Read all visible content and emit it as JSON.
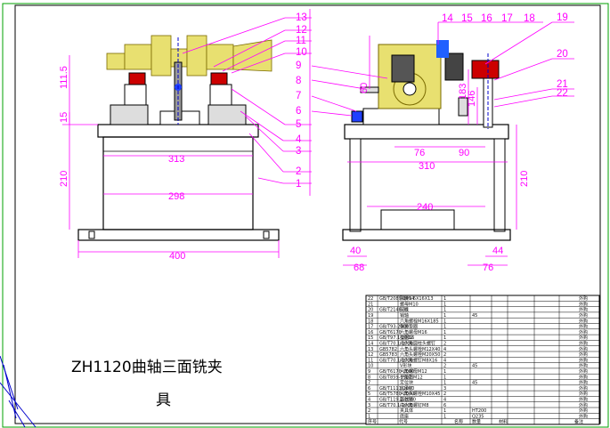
{
  "title": "ZH1120曲轴三面铣夹具",
  "colors": {
    "dimension": "#ff00ff",
    "outline": "#0000cc",
    "part_yellow": "#d8cc30",
    "part_red": "#cc0000",
    "frame": "#00a000"
  },
  "balloons": [
    "1",
    "2",
    "3",
    "4",
    "5",
    "6",
    "7",
    "8",
    "9",
    "10",
    "11",
    "12",
    "13",
    "14",
    "15",
    "16",
    "17",
    "18",
    "19",
    "20",
    "21",
    "22"
  ],
  "front_view_dims": {
    "h_111_5": "111.5",
    "h_15": "15",
    "h_210": "210",
    "w_313": "313",
    "w_298": "298",
    "w_400": "400"
  },
  "side_view_dims": {
    "d_60": "60",
    "d_183": "183",
    "d_146": "146",
    "d_76": "76",
    "d_90": "90",
    "d_310": "310",
    "d_210": "210",
    "d_240": "240",
    "d_40": "40",
    "d_44": "44",
    "d_68": "68",
    "d_76b": "76"
  },
  "bom": {
    "header": [
      "序号",
      "代号",
      "名称",
      "数量",
      "材料",
      "",
      "",
      "备注"
    ],
    "rows": [
      [
        "22",
        "GB/T2089-1994",
        "弹簧1.6X16X13",
        "1",
        "",
        "",
        "",
        "外购"
      ],
      [
        "21",
        "",
        "螺母M10",
        "1",
        "",
        "",
        "",
        "外购"
      ],
      [
        "20",
        "GB/T2148-91",
        "压板",
        "1",
        "",
        "",
        "",
        "外购"
      ],
      [
        "19",
        "",
        "销轴",
        "1",
        "45",
        "",
        "",
        "外购"
      ],
      [
        "18",
        "",
        "六角螺栓M16X185",
        "1",
        "",
        "",
        "",
        "外购"
      ],
      [
        "17",
        "GB/T93-2000",
        "弹簧垫圈",
        "1",
        "",
        "",
        "",
        "外购"
      ],
      [
        "16",
        "GB/T6170",
        "六角螺母M16",
        "1",
        "",
        "",
        "",
        "外购"
      ],
      [
        "15",
        "GB/T97.1-2002",
        "垫圈16",
        "1",
        "",
        "",
        "",
        "外购"
      ],
      [
        "14",
        "GB/T70.1-2000",
        "内六角圆柱头螺钉",
        "2",
        "",
        "",
        "",
        "外购"
      ],
      [
        "13",
        "GB5782",
        "六角头螺栓M12X40",
        "4",
        "",
        "",
        "",
        "外购"
      ],
      [
        "12",
        "GB5783",
        "六角头螺栓M20X50",
        "2",
        "",
        "",
        "",
        "外购"
      ],
      [
        "11",
        "GB/T70.1-2000",
        "内六角螺钉M8X16",
        "4",
        "",
        "",
        "",
        "外购"
      ],
      [
        "10",
        "",
        "V形块",
        "2",
        "45",
        "",
        "",
        "外购"
      ],
      [
        "9",
        "GB/T6170-2000",
        "六角螺母M12",
        "1",
        "",
        "",
        "",
        "外购"
      ],
      [
        "8",
        "GB/T859-1987",
        "平垫圈M12",
        "1",
        "",
        "",
        "",
        "外购"
      ],
      [
        "7",
        "",
        "定位块",
        "1",
        "45",
        "",
        "",
        "外购"
      ],
      [
        "6",
        "GB/T1111-2000",
        "支承钉",
        "3",
        "",
        "",
        "",
        "外购"
      ],
      [
        "5",
        "GB/T5780-2000",
        "六角头螺栓M10X45",
        "2",
        "",
        "",
        "",
        "外购"
      ],
      [
        "4",
        "GB/T119.2-2000",
        "圆柱销",
        "4",
        "",
        "",
        "",
        "外购"
      ],
      [
        "3",
        "GB/T70.1-2000",
        "内六角螺钉M8",
        "6",
        "",
        "",
        "",
        "外购"
      ],
      [
        "2",
        "",
        "夹具体",
        "1",
        "HT200",
        "",
        "",
        "外购"
      ],
      [
        "1",
        "",
        "底座",
        "1",
        "Q235",
        "",
        "",
        "外购"
      ]
    ]
  }
}
